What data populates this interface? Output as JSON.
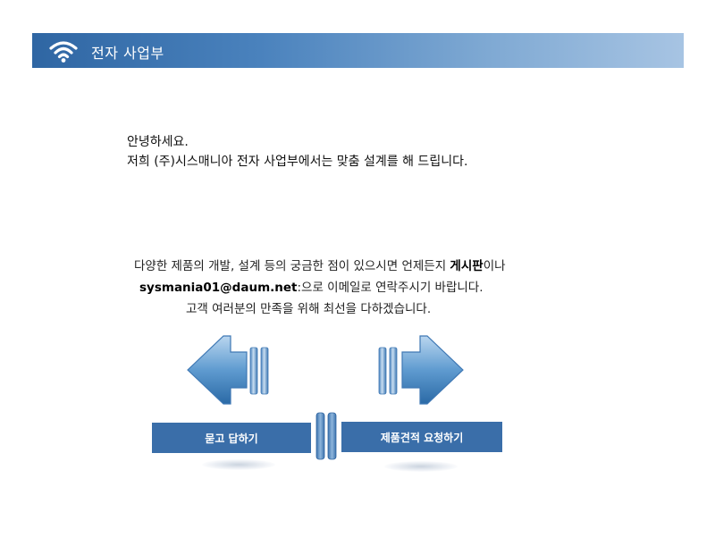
{
  "header": {
    "icon": "wifi-icon",
    "title": "전자 사업부",
    "color_start": "#2f66a3",
    "color_end": "#a7c4e3"
  },
  "greeting": {
    "line1": "안녕하세요.",
    "line2": "저희 (주)시스매니아 전자 사업부에서는  맞춤 설계를 해 드립니다."
  },
  "info": {
    "line1_prefix": "다양한 제품의 개발, 설계 등의 궁금한 점이 있으시면 언제든지 ",
    "line1_bold": "게시판",
    "line1_suffix": "이나",
    "email": "sysmania01@daum.net",
    "line2_suffix": ":으로 이메일로 연락주시기 바랍니다.",
    "line3": "고객 여러분의 만족을 위해 최선을 다하겠습니다."
  },
  "buttons": {
    "qna_label": "묻고 답하기",
    "quote_label": "제품견적 요청하기",
    "color": "#3a6ea9"
  },
  "icons": {
    "left": "left-arrow-icon",
    "right": "right-arrow-icon",
    "divider": "double-bar-icon"
  }
}
